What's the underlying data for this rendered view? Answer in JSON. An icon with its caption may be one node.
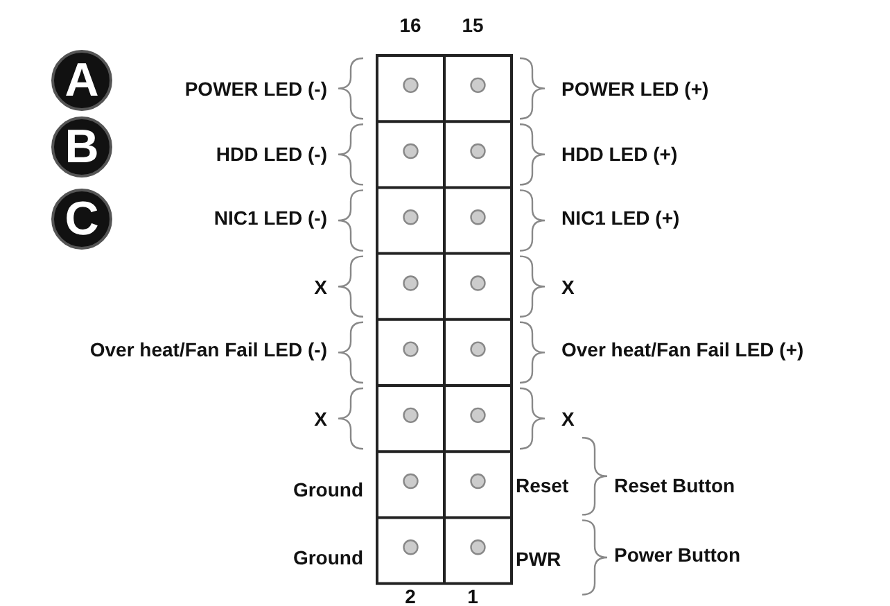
{
  "diagram": {
    "nodes": [
      {
        "text": [
          "A"
        ]
      },
      {
        "text": [
          "B"
        ]
      },
      {
        "text": [
          "C"
        ]
      }
    ],
    "labels": [
      "16",
      "15",
      "POWER LED (-)",
      "POWER LED (+)",
      "HDD LED (-)",
      "HDD LED (+)",
      "NIC1 LED (-)",
      "NIC1 LED (+)",
      "X",
      "X",
      "Over heat/Fan Fail LED (-)",
      "Over heat/Fan Fail LED (+)",
      "X",
      "X",
      "Ground",
      "Reset",
      "Reset Button",
      "Ground",
      "PWR",
      "Power Button",
      "2",
      "1"
    ]
  }
}
